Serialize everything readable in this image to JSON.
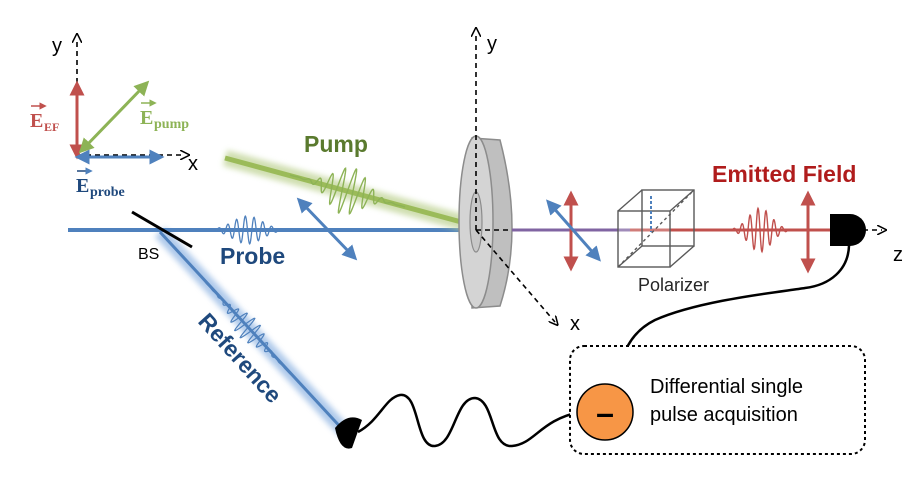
{
  "axes_left": {
    "y": "y",
    "x": "x"
  },
  "axes_center": {
    "y": "y",
    "x": "x",
    "z": "z"
  },
  "field_vectors": {
    "ef": {
      "symbol": "E",
      "subscript": "EF",
      "color": "#c0504d"
    },
    "pump": {
      "symbol": "E",
      "subscript": "pump",
      "color": "#8db356"
    },
    "probe": {
      "symbol": "E",
      "subscript": "probe",
      "color": "#1f497d"
    }
  },
  "beams": {
    "pump": {
      "label": "Pump",
      "color": "#5a7a2e"
    },
    "probe": {
      "label": "Probe",
      "color": "#1f497d"
    },
    "reference": {
      "label": "Reference",
      "color": "#1f497d"
    },
    "emitted": {
      "label": "Emitted Field",
      "color": "#b01c1c"
    }
  },
  "components": {
    "beam_splitter": "BS",
    "polarizer": "Polarizer",
    "detector_box": {
      "line1": "Differential single",
      "line2": "pulse acquisition",
      "symbol": "–"
    }
  }
}
